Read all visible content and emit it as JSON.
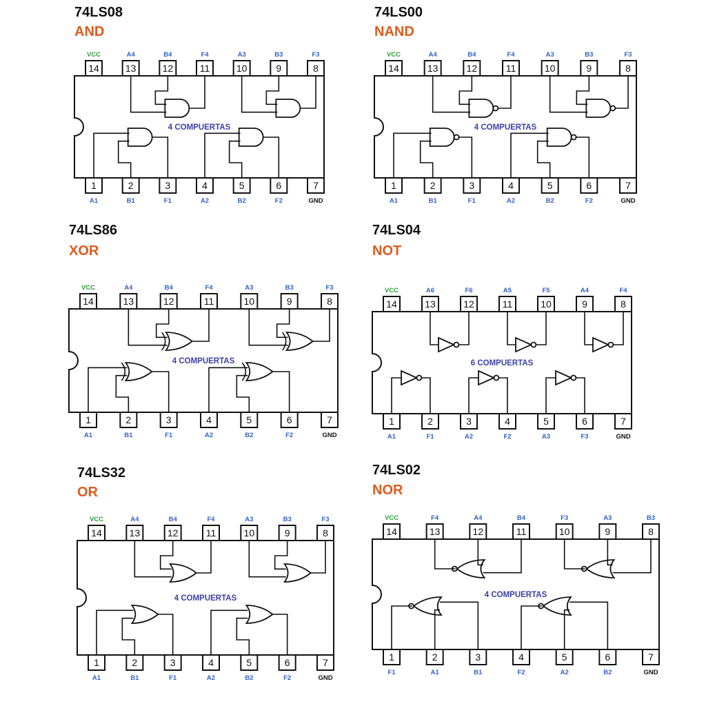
{
  "colors": {
    "gate_type": "#e05a1c",
    "pin_label": "#2f62c8",
    "vcc": "#28a036",
    "gnd": "#111111",
    "count": "#3b3fa8",
    "ink": "#111111"
  },
  "chips": [
    {
      "name": "74LS08",
      "type": "AND",
      "gate": "and",
      "count_label": "4 COMPUERTAS",
      "top_pins": [
        {
          "num": "14",
          "label": "VCC"
        },
        {
          "num": "13",
          "label": "A4"
        },
        {
          "num": "12",
          "label": "B4"
        },
        {
          "num": "11",
          "label": "F4"
        },
        {
          "num": "10",
          "label": "A3"
        },
        {
          "num": "9",
          "label": "B3"
        },
        {
          "num": "8",
          "label": "F3"
        }
      ],
      "bottom_pins": [
        {
          "num": "1",
          "label": "A1"
        },
        {
          "num": "2",
          "label": "B1"
        },
        {
          "num": "3",
          "label": "F1"
        },
        {
          "num": "4",
          "label": "A2"
        },
        {
          "num": "5",
          "label": "B2"
        },
        {
          "num": "6",
          "label": "F2"
        },
        {
          "num": "7",
          "label": "GND"
        }
      ]
    },
    {
      "name": "74LS00",
      "type": "NAND",
      "gate": "nand",
      "count_label": "4 COMPUERTAS",
      "top_pins": [
        {
          "num": "14",
          "label": "VCC"
        },
        {
          "num": "13",
          "label": "A4"
        },
        {
          "num": "12",
          "label": "B4"
        },
        {
          "num": "11",
          "label": "F4"
        },
        {
          "num": "10",
          "label": "A3"
        },
        {
          "num": "9",
          "label": "B3"
        },
        {
          "num": "8",
          "label": "F3"
        }
      ],
      "bottom_pins": [
        {
          "num": "1",
          "label": "A1"
        },
        {
          "num": "2",
          "label": "B1"
        },
        {
          "num": "3",
          "label": "F1"
        },
        {
          "num": "4",
          "label": "A2"
        },
        {
          "num": "5",
          "label": "B2"
        },
        {
          "num": "6",
          "label": "F2"
        },
        {
          "num": "7",
          "label": "GND"
        }
      ]
    },
    {
      "name": "74LS86",
      "type": "XOR",
      "gate": "xor",
      "count_label": "4 COMPUERTAS",
      "top_pins": [
        {
          "num": "14",
          "label": "VCC"
        },
        {
          "num": "13",
          "label": "A4"
        },
        {
          "num": "12",
          "label": "B4"
        },
        {
          "num": "11",
          "label": "F4"
        },
        {
          "num": "10",
          "label": "A3"
        },
        {
          "num": "9",
          "label": "B3"
        },
        {
          "num": "8",
          "label": "F3"
        }
      ],
      "bottom_pins": [
        {
          "num": "1",
          "label": "A1"
        },
        {
          "num": "2",
          "label": "B1"
        },
        {
          "num": "3",
          "label": "F1"
        },
        {
          "num": "4",
          "label": "A2"
        },
        {
          "num": "5",
          "label": "B2"
        },
        {
          "num": "6",
          "label": "F2"
        },
        {
          "num": "7",
          "label": "GND"
        }
      ]
    },
    {
      "name": "74LS04",
      "type": "NOT",
      "gate": "not",
      "count_label": "6 COMPUERTAS",
      "top_pins": [
        {
          "num": "14",
          "label": "VCC"
        },
        {
          "num": "13",
          "label": "A6"
        },
        {
          "num": "12",
          "label": "F6"
        },
        {
          "num": "11",
          "label": "A5"
        },
        {
          "num": "10",
          "label": "F5"
        },
        {
          "num": "9",
          "label": "A4"
        },
        {
          "num": "8",
          "label": "F4"
        }
      ],
      "bottom_pins": [
        {
          "num": "1",
          "label": "A1"
        },
        {
          "num": "2",
          "label": "F1"
        },
        {
          "num": "3",
          "label": "A2"
        },
        {
          "num": "4",
          "label": "F2"
        },
        {
          "num": "5",
          "label": "A3"
        },
        {
          "num": "6",
          "label": "F3"
        },
        {
          "num": "7",
          "label": "GND"
        }
      ]
    },
    {
      "name": "74LS32",
      "type": "OR",
      "gate": "or",
      "count_label": "4 COMPUERTAS",
      "top_pins": [
        {
          "num": "14",
          "label": "VCC"
        },
        {
          "num": "13",
          "label": "A4"
        },
        {
          "num": "12",
          "label": "B4"
        },
        {
          "num": "11",
          "label": "F4"
        },
        {
          "num": "10",
          "label": "A3"
        },
        {
          "num": "9",
          "label": "B3"
        },
        {
          "num": "8",
          "label": "F3"
        }
      ],
      "bottom_pins": [
        {
          "num": "1",
          "label": "A1"
        },
        {
          "num": "2",
          "label": "B1"
        },
        {
          "num": "3",
          "label": "F1"
        },
        {
          "num": "4",
          "label": "A2"
        },
        {
          "num": "5",
          "label": "B2"
        },
        {
          "num": "6",
          "label": "F2"
        },
        {
          "num": "7",
          "label": "GND"
        }
      ]
    },
    {
      "name": "74LS02",
      "type": "NOR",
      "gate": "nor",
      "count_label": "4 COMPUERTAS",
      "top_pins": [
        {
          "num": "14",
          "label": "VCC"
        },
        {
          "num": "13",
          "label": "F4"
        },
        {
          "num": "12",
          "label": "A4"
        },
        {
          "num": "11",
          "label": "B4"
        },
        {
          "num": "10",
          "label": "F3"
        },
        {
          "num": "9",
          "label": "A3"
        },
        {
          "num": "8",
          "label": "B3"
        }
      ],
      "bottom_pins": [
        {
          "num": "1",
          "label": "F1"
        },
        {
          "num": "2",
          "label": "A1"
        },
        {
          "num": "3",
          "label": "B1"
        },
        {
          "num": "4",
          "label": "F2"
        },
        {
          "num": "5",
          "label": "A2"
        },
        {
          "num": "6",
          "label": "B2"
        },
        {
          "num": "7",
          "label": "GND"
        }
      ]
    }
  ]
}
